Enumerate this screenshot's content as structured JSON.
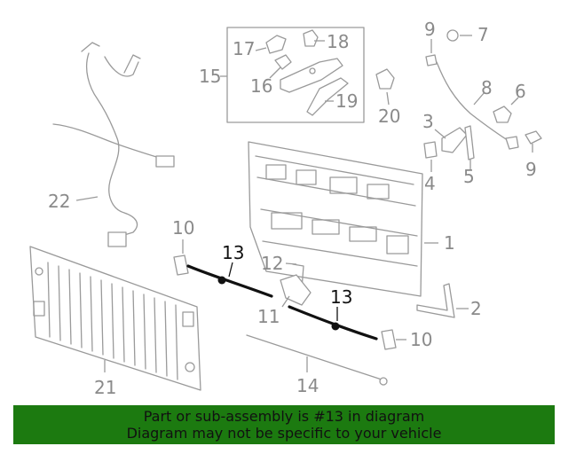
{
  "diagram": {
    "highlighted_part": "13",
    "highlight_color": "#111111",
    "part_color": "#9a9a9a",
    "callouts": {
      "c1": "1",
      "c2": "2",
      "c3": "3",
      "c4": "4",
      "c5": "5",
      "c6": "6",
      "c7": "7",
      "c8": "8",
      "c9a": "9",
      "c9b": "9",
      "c10a": "10",
      "c10b": "10",
      "c11": "11",
      "c12": "12",
      "c13a": "13",
      "c13b": "13",
      "c14": "14",
      "c15": "15",
      "c16": "16",
      "c17": "17",
      "c18": "18",
      "c19": "19",
      "c20": "20",
      "c21": "21",
      "c22": "22"
    }
  },
  "banner": {
    "background": "#1c7a10",
    "line1": "Part or sub-assembly is #13 in diagram",
    "line2": "Diagram may not be specific to your vehicle"
  }
}
